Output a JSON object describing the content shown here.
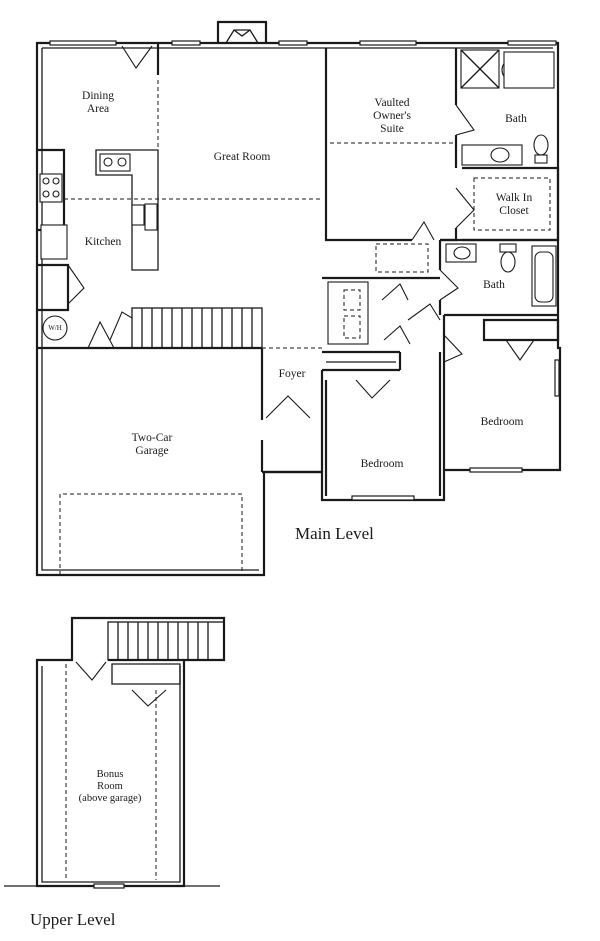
{
  "main_level": {
    "caption": "Main Level",
    "rooms": {
      "dining": [
        "Dining",
        "Area"
      ],
      "great_room": "Great Room",
      "owners_suite": [
        "Vaulted",
        "Owner's",
        "Suite"
      ],
      "bath_owner": "Bath",
      "walk_in_closet": [
        "Walk In",
        "Closet"
      ],
      "kitchen": "Kitchen",
      "bath_hall": "Bath",
      "foyer": "Foyer",
      "garage": [
        "Two-Car",
        "Garage"
      ],
      "bedroom_left": "Bedroom",
      "bedroom_right": "Bedroom"
    },
    "fixtures": {
      "water_heater": "W/H"
    }
  },
  "upper_level": {
    "caption": "Upper Level",
    "rooms": {
      "bonus_room": [
        "Bonus",
        "Room",
        "(above garage)"
      ]
    }
  }
}
